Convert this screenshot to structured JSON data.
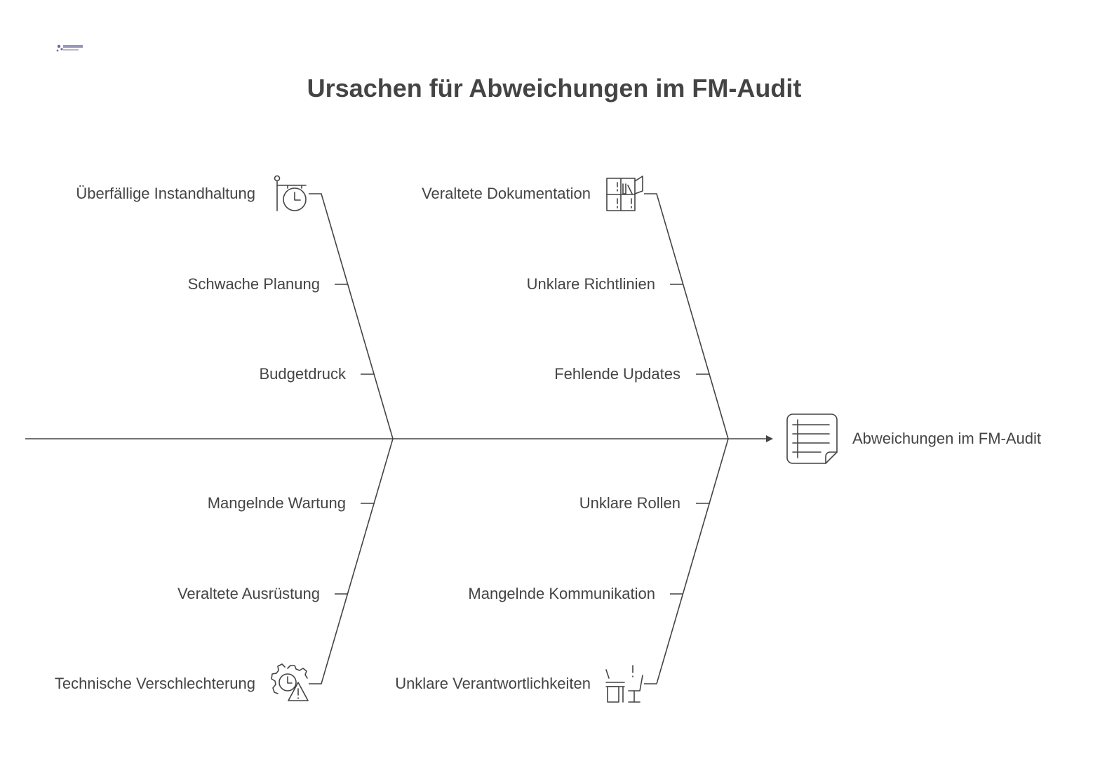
{
  "title": "Ursachen für Abweichungen im FM-Audit",
  "effect": {
    "label": "Abweichungen im FM-Audit",
    "icon": "checklist-document-icon"
  },
  "bones": {
    "top_left": {
      "icon": "overdue-clock-sign-icon",
      "causes": [
        "Überfällige Instandhaltung",
        "Schwache Planung",
        "Budgetdruck"
      ]
    },
    "top_right": {
      "icon": "outdated-documents-shelf-icon",
      "causes": [
        "Veraltete Dokumentation",
        "Unklare Richtlinien",
        "Fehlende Updates"
      ]
    },
    "bottom_left": {
      "icon": "gear-warning-icon",
      "causes": [
        "Mangelnde Wartung",
        "Veraltete Ausrüstung",
        "Technische Verschlechterung"
      ]
    },
    "bottom_right": {
      "icon": "empty-desk-chair-alert-icon",
      "causes": [
        "Unklare Rollen",
        "Mangelnde Kommunikation",
        "Unklare Verantwortlichkeiten"
      ]
    }
  },
  "colors": {
    "stroke": "#444444",
    "text": "#444444",
    "background": "#ffffff"
  }
}
